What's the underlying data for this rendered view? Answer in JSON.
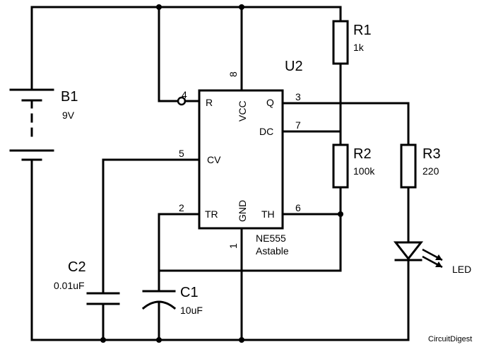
{
  "components": {
    "b1": {
      "ref": "B1",
      "value": "9V"
    },
    "r1": {
      "ref": "R1",
      "value": "1k"
    },
    "r2": {
      "ref": "R2",
      "value": "100k"
    },
    "r3": {
      "ref": "R3",
      "value": "220"
    },
    "c1": {
      "ref": "C1",
      "value": "10uF"
    },
    "c2": {
      "ref": "C2",
      "value": "0.01uF"
    },
    "u2": {
      "ref": "U2",
      "part": "NE555",
      "mode": "Astable"
    },
    "led": {
      "label": "LED"
    }
  },
  "ic_pins": {
    "r": {
      "name": "R",
      "num": "4"
    },
    "vcc": {
      "name": "VCC",
      "num": "8"
    },
    "q": {
      "name": "Q",
      "num": "3"
    },
    "dc": {
      "name": "DC",
      "num": "7"
    },
    "cv": {
      "name": "CV",
      "num": "5"
    },
    "tr": {
      "name": "TR",
      "num": "2"
    },
    "gnd": {
      "name": "GND",
      "num": "1"
    },
    "th": {
      "name": "TH",
      "num": "6"
    }
  },
  "watermark": {
    "text": "CircuitDigest",
    "color_primary": "#3a8fd6",
    "color_secondary": "#7a7a7a"
  }
}
